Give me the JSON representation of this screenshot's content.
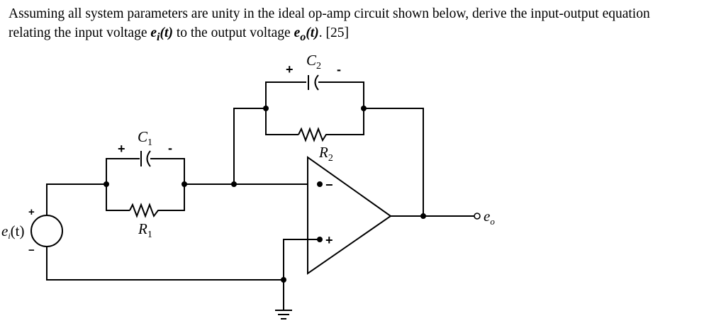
{
  "question": {
    "line1": "Assuming all system parameters are unity in the ideal op-amp circuit shown below, derive the input-output equation",
    "line2_before": "relating the input voltage ",
    "input_symbol": "e",
    "input_sub": "i",
    "input_arg": "(t)",
    "line2_middle": " to the output voltage ",
    "output_symbol": "e",
    "output_sub": "o",
    "output_arg": "(t)",
    "line2_after": ".  [25]"
  },
  "diagram": {
    "c2": {
      "name": "C",
      "sub": "2",
      "plus": "+",
      "minus": "-"
    },
    "r2": {
      "name": "R",
      "sub": "2"
    },
    "c1": {
      "name": "C",
      "sub": "1",
      "plus": "+",
      "minus": "-"
    },
    "r1": {
      "name": "R",
      "sub": "1"
    },
    "source": {
      "name": "e",
      "sub": "i",
      "arg": "(t)",
      "plus": "+",
      "minus": "−"
    },
    "opamp": {
      "inverting": "−",
      "noninverting": "+"
    },
    "output": {
      "name": "e",
      "sub": "o"
    }
  }
}
